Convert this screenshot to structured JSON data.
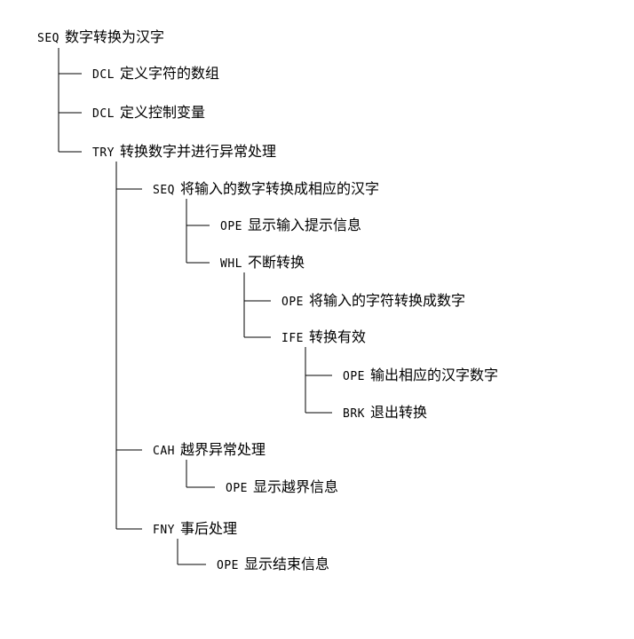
{
  "nodes": [
    {
      "keyword": "SEQ",
      "text": "数字转换为汉字"
    },
    {
      "keyword": "DCL",
      "text": "定义字符的数组"
    },
    {
      "keyword": "DCL",
      "text": "定义控制变量"
    },
    {
      "keyword": "TRY",
      "text": "转换数字并进行异常处理"
    },
    {
      "keyword": "SEQ",
      "text": "将输入的数字转换成相应的汉字"
    },
    {
      "keyword": "OPE",
      "text": "显示输入提示信息"
    },
    {
      "keyword": "WHL",
      "text": "不断转换"
    },
    {
      "keyword": "OPE",
      "text": "将输入的字符转换成数字"
    },
    {
      "keyword": "IFE",
      "text": "转换有效"
    },
    {
      "keyword": "OPE",
      "text": "输出相应的汉字数字"
    },
    {
      "keyword": "BRK",
      "text": "退出转换"
    },
    {
      "keyword": "CAH",
      "text": "越界异常处理"
    },
    {
      "keyword": "OPE",
      "text": "显示越界信息"
    },
    {
      "keyword": "FNY",
      "text": "事后处理"
    },
    {
      "keyword": "OPE",
      "text": "显示结束信息"
    }
  ]
}
